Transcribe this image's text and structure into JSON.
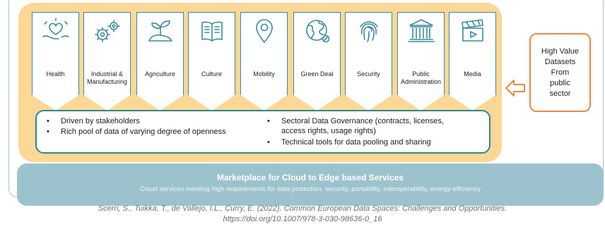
{
  "sectors": [
    {
      "label": "Health",
      "icon": "heart-hands-icon"
    },
    {
      "label": "Industrial &\nManufacturing",
      "icon": "gears-icon"
    },
    {
      "label": "Agriculture",
      "icon": "seedling-icon"
    },
    {
      "label": "Culture",
      "icon": "book-icon"
    },
    {
      "label": "Mobility",
      "icon": "map-pin-icon"
    },
    {
      "label": "Green Deal",
      "icon": "globe-icon"
    },
    {
      "label": "Security",
      "icon": "fingerprint-icon"
    },
    {
      "label": "Public\nAdministration",
      "icon": "government-building-icon"
    },
    {
      "label": "Media",
      "icon": "clapperboard-icon"
    }
  ],
  "high_value_datasets": "High Value\nDatasets\nFrom\npublic\nsector",
  "features": {
    "left": [
      "Driven by stakeholders",
      "Rich pool of data of varying degree of openness"
    ],
    "right": [
      "Sectoral Data Governance (contracts, licenses,\naccess rights, usage rights)",
      "Technical tools for data pooling and sharing"
    ]
  },
  "marketplace": {
    "title": "Marketplace for Cloud to Edge based Services",
    "subtitle": "Cloud services meeting high requirements for data protection, security, portability, interoperability, energy efficiency"
  },
  "citation": "Scerri, S., Tuikka, T., de Vallejo, I.L., Curry, E. (2022). Common European Data Spaces: Challenges and Opportunities.\nhttps://doi.org/10.1007/978-3-030-98636-0_16",
  "colors": {
    "panel": "#fcd796",
    "sector_border": "#3a8aa0",
    "arrow": "#ec8a3c",
    "features_border": "#2a8a88",
    "marketplace": "#9cc3cd"
  }
}
